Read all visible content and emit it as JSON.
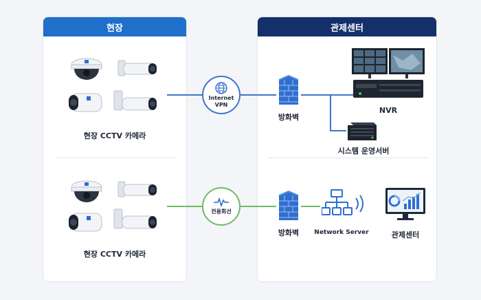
{
  "left_panel": {
    "title": "현장",
    "top_label": "현장 CCTV 카메라",
    "bottom_label": "현장 CCTV 카메라"
  },
  "right_panel": {
    "title": "관제센터",
    "firewall_top_label": "방화벽",
    "nvr_label": "NVR",
    "server_label": "시스템 운영서버",
    "firewall_bottom_label": "방화벽",
    "network_label": "Network Server",
    "monitor_label": "관제센터"
  },
  "links": {
    "vpn_line1": "Internet",
    "vpn_line2": "VPN",
    "dedicated": "전용회선"
  },
  "icons": {
    "dome_camera": "dome-camera-icon",
    "bullet_camera": "bullet-camera-icon",
    "globe": "globe-icon",
    "pulse": "pulse-icon",
    "firewall": "firewall-icon",
    "nvr": "nvr-icon",
    "server": "server-icon",
    "network": "network-icon",
    "monitor": "monitor-icon"
  },
  "colors": {
    "site_header": "#1f6fcb",
    "control_header": "#13306b",
    "vpn_line": "#3f74c8",
    "dedicated_line": "#6dbb66"
  }
}
